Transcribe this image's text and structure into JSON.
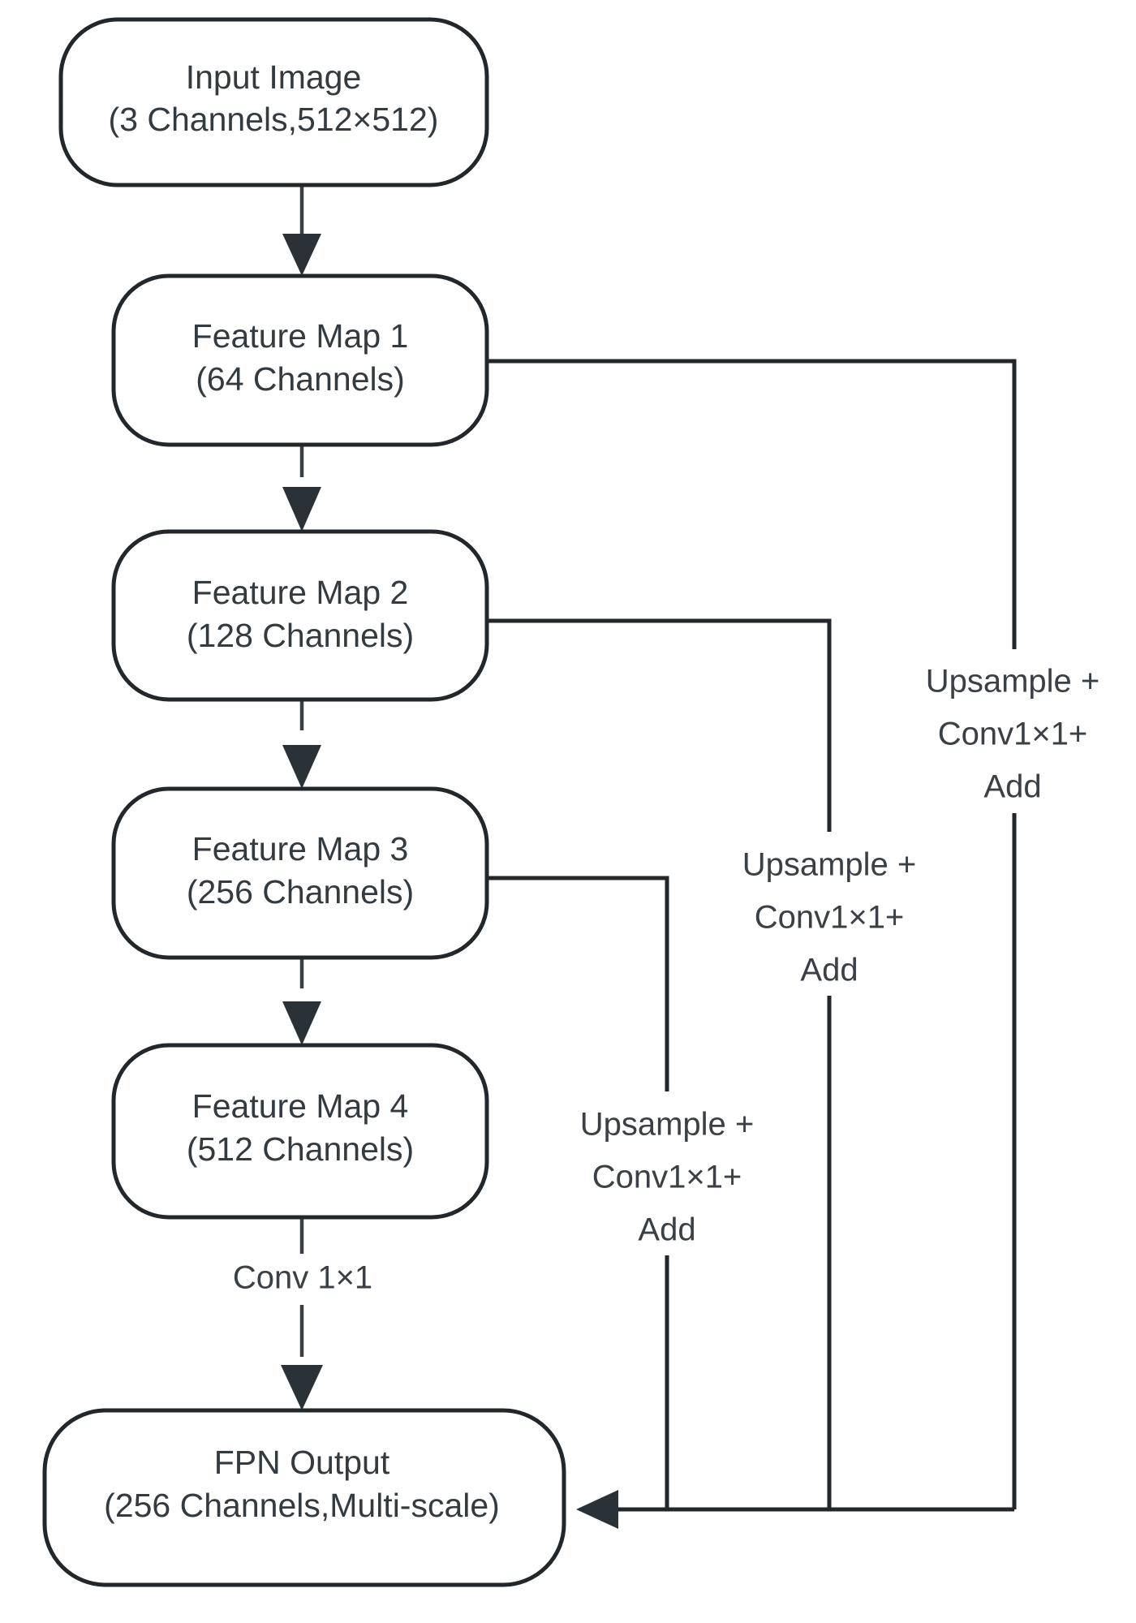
{
  "diagram": {
    "type": "flowchart",
    "title": "Feature Pyramid Network (FPN) architecture flow",
    "orientation": "top-to-bottom",
    "background_color": "#ffffff",
    "stroke_color": "#22272b",
    "text_color": "#333a40"
  },
  "nodes": [
    {
      "id": "input",
      "shape": "rounded-rect",
      "line1": "Input Image",
      "line2": "(3 Channels,512×512)"
    },
    {
      "id": "fm1",
      "shape": "rounded-rect",
      "line1": "Feature Map 1",
      "line2": "(64 Channels)"
    },
    {
      "id": "fm2",
      "shape": "rounded-rect",
      "line1": "Feature Map 2",
      "line2": "(128 Channels)"
    },
    {
      "id": "fm3",
      "shape": "rounded-rect",
      "line1": "Feature Map 3",
      "line2": "(256 Channels)"
    },
    {
      "id": "fm4",
      "shape": "rounded-rect",
      "line1": "Feature Map 4",
      "line2": "(512 Channels)"
    },
    {
      "id": "fpn",
      "shape": "rounded-rect",
      "line1": "FPN Output",
      "line2": "(256 Channels,Multi-scale)"
    }
  ],
  "edge_labels": {
    "conv": "Conv 1×1",
    "upsample_top": {
      "line1": "Upsample +",
      "line2": "Conv1×1+",
      "line3": "Add"
    },
    "upsample_mid": {
      "line1": "Upsample +",
      "line2": "Conv1×1+",
      "line3": "Add"
    },
    "upsample_bottom": {
      "line1": "Upsample +",
      "line2": "Conv1×1+",
      "line3": "Add"
    }
  },
  "edges": [
    {
      "from": "input",
      "to": "fm1",
      "label": ""
    },
    {
      "from": "fm1",
      "to": "fm2",
      "label": ""
    },
    {
      "from": "fm2",
      "to": "fm3",
      "label": ""
    },
    {
      "from": "fm3",
      "to": "fm4",
      "label": ""
    },
    {
      "from": "fm4",
      "to": "fpn",
      "label": "Conv 1×1"
    },
    {
      "from": "fm1",
      "to": "fpn",
      "label": "Upsample + Conv1×1+ Add"
    },
    {
      "from": "fm2",
      "to": "fpn",
      "label": "Upsample + Conv1×1+ Add"
    },
    {
      "from": "fm3",
      "to": "fpn",
      "label": "Upsample + Conv1×1+ Add"
    }
  ]
}
